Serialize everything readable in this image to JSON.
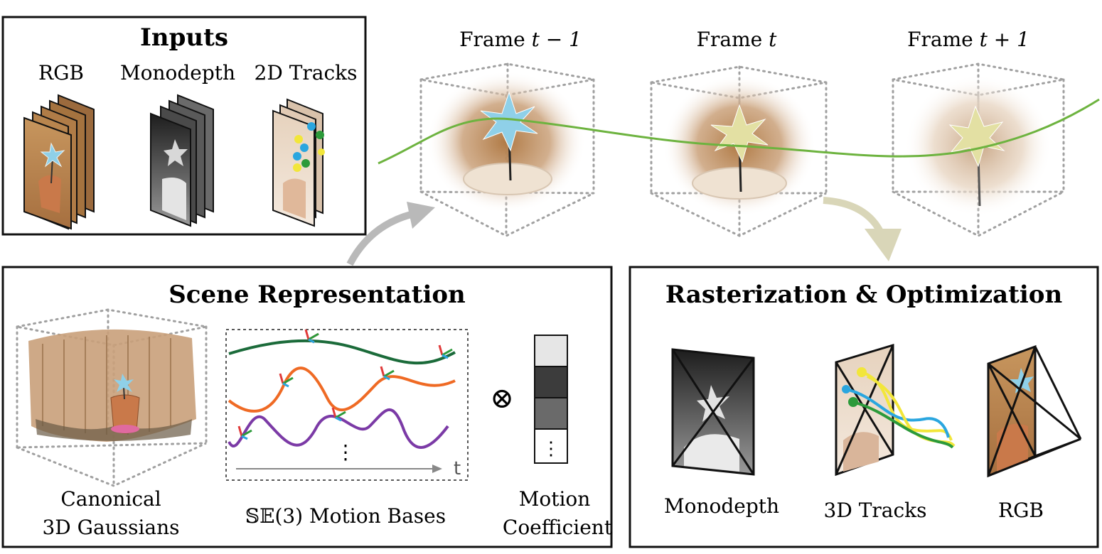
{
  "inputs": {
    "title": "Inputs",
    "labels": [
      "RGB",
      "Monodepth",
      "2D Tracks"
    ]
  },
  "frames": [
    {
      "prefix": "Frame ",
      "math": "t − 1"
    },
    {
      "prefix": "Frame ",
      "math": "t"
    },
    {
      "prefix": "Frame ",
      "math": "t + 1"
    }
  ],
  "scene": {
    "title": "Scene Representation",
    "canonical_label_1": "Canonical",
    "canonical_label_2": "3D Gaussians",
    "bases_label": "𝕊𝔼(3) Motion Bases",
    "motion_label_1": "Motion",
    "motion_label_2": "Coefficient",
    "axis_label": "t",
    "vdots": "⋮",
    "otimes": "⊗"
  },
  "raster": {
    "title": "Rasterization & Optimization",
    "labels": [
      "Monodepth",
      "3D Tracks",
      "RGB"
    ]
  },
  "colors": {
    "trajectory": "#6db33f",
    "basis_green": "#1b6b3a",
    "basis_orange": "#ef6a24",
    "basis_purple": "#7b3aa6",
    "arrow_gray": "#b9b9b9",
    "arrow_khaki": "#d9d6b8",
    "track_yellow": "#f2e63a",
    "track_blue": "#2aa6df",
    "track_green": "#2c9a3a"
  },
  "coefficient_shades": [
    "#e6e6e6",
    "#3c3c3c",
    "#6a6a6a",
    "#ffffff"
  ]
}
